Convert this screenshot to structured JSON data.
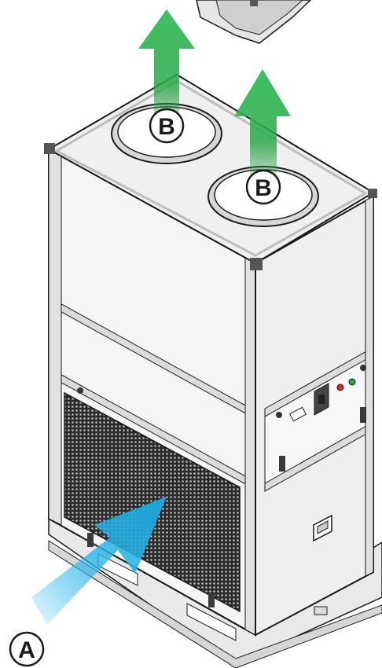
{
  "labels": {
    "intake": "A",
    "exhaust_1": "B",
    "exhaust_2": "B"
  },
  "colors": {
    "intake_arrow": "#29b6e8",
    "exhaust_arrow": "#2aa84a",
    "outline": "#1a1a1a",
    "panel": "#f4f4f4",
    "frame": "#d9d9d9",
    "grille": "#2b2b2b",
    "indicator_red": "#d32a2a",
    "indicator_green": "#2aa84a"
  },
  "icons": {
    "main_switch": "rotary-switch-icon",
    "service_handle": "handle-icon",
    "fasteners": "latch-icon"
  }
}
